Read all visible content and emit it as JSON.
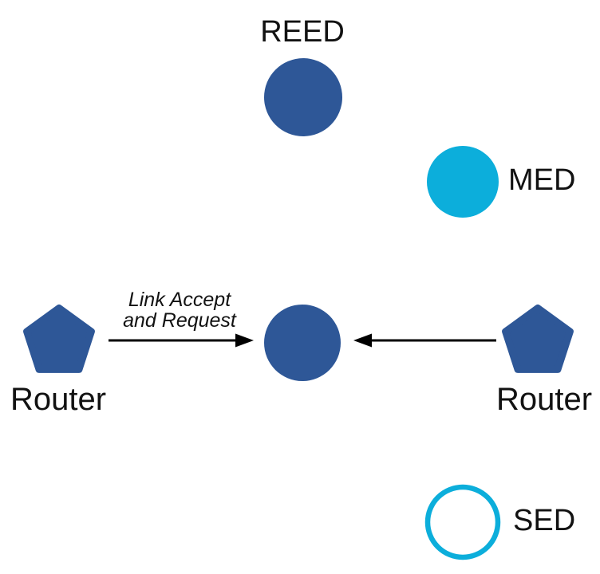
{
  "diagram": {
    "type": "thread-network-topology",
    "nodes": {
      "reed": {
        "label": "REED",
        "shape": "circle",
        "style": "filled",
        "fill": "#2E5797"
      },
      "med": {
        "label": "MED",
        "shape": "circle",
        "style": "filled",
        "fill": "#0CAEDB"
      },
      "parent": {
        "label": "",
        "shape": "circle",
        "style": "filled",
        "fill": "#2E5797"
      },
      "sed": {
        "label": "SED",
        "shape": "circle",
        "style": "outline",
        "fill": "#FFFFFF",
        "stroke": "#0CAEDB"
      },
      "router_left": {
        "label": "Router",
        "shape": "pentagon",
        "style": "filled",
        "fill": "#2E5797"
      },
      "router_right": {
        "label": "Router",
        "shape": "pentagon",
        "style": "filled",
        "fill": "#2E5797"
      }
    },
    "edges": {
      "left": {
        "from": "router_left",
        "to": "parent",
        "label": "Link Accept\nand Request",
        "color": "#000000",
        "arrowhead": "toward-parent"
      },
      "right": {
        "from": "router_right",
        "to": "parent",
        "label": "",
        "color": "#000000",
        "arrowhead": "toward-parent"
      }
    },
    "colors": {
      "primary_blue": "#2E5797",
      "cyan": "#0CAEDB",
      "text": "#121212",
      "arrow": "#000000",
      "background": "#FFFFFF"
    }
  }
}
